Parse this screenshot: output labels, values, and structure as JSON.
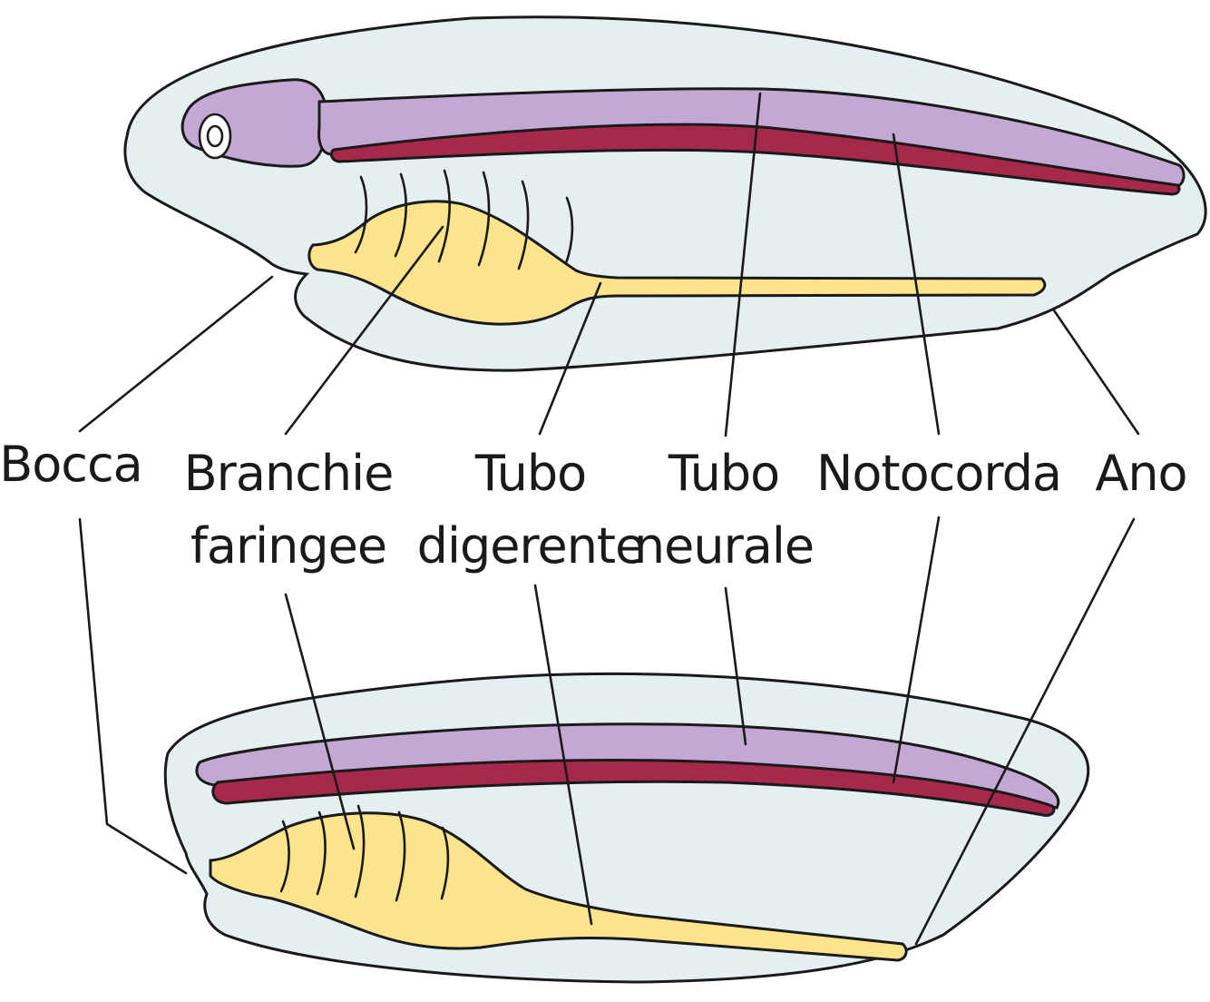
{
  "labels": {
    "mouth": "Bocca",
    "gills_line1": "Branchie",
    "gills_line2": "faringee",
    "gut_line1": "Tubo",
    "gut_line2": "digerente",
    "neural_line1": "Tubo",
    "neural_line2": "neurale",
    "notochord": "Notocorda",
    "anus": "Ano"
  },
  "colors": {
    "body": "#e5eef1",
    "neural_tube": "#c4a8d4",
    "notochord": "#a6284a",
    "digestive_tube": "#fbe48c",
    "outline": "#1a1a1a"
  }
}
